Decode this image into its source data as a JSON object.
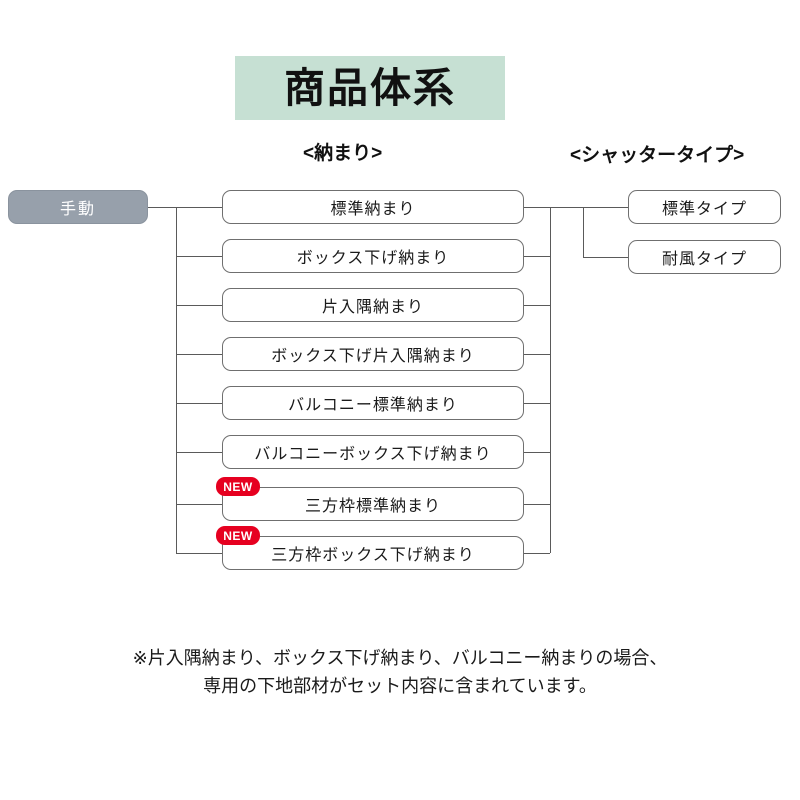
{
  "title": {
    "text": "商品体系",
    "banner_color": "#c6e0d3"
  },
  "columns": {
    "nomari_heading": "<納まり>",
    "shutter_heading": "<シャッタータイプ>"
  },
  "root": {
    "label": "手動",
    "color": "#97a0ab"
  },
  "nomari_items": [
    {
      "label": "標準納まり",
      "badge": null
    },
    {
      "label": "ボックス下げ納まり",
      "badge": null
    },
    {
      "label": "片入隅納まり",
      "badge": null
    },
    {
      "label": "ボックス下げ片入隅納まり",
      "badge": null
    },
    {
      "label": "バルコニー標準納まり",
      "badge": null
    },
    {
      "label": "バルコニーボックス下げ納まり",
      "badge": null
    },
    {
      "label": "三方枠標準納まり",
      "badge": "NEW"
    },
    {
      "label": "三方枠ボックス下げ納まり",
      "badge": "NEW"
    }
  ],
  "shutter_items": [
    {
      "label": "標準タイプ"
    },
    {
      "label": "耐風タイプ"
    }
  ],
  "badge": {
    "text": "NEW",
    "color": "#e60020"
  },
  "footer": {
    "line1": "※片入隅納まり、ボックス下げ納まり、バルコニー納まりの場合、",
    "line2": "専用の下地部材がセット内容に含まれています。"
  }
}
